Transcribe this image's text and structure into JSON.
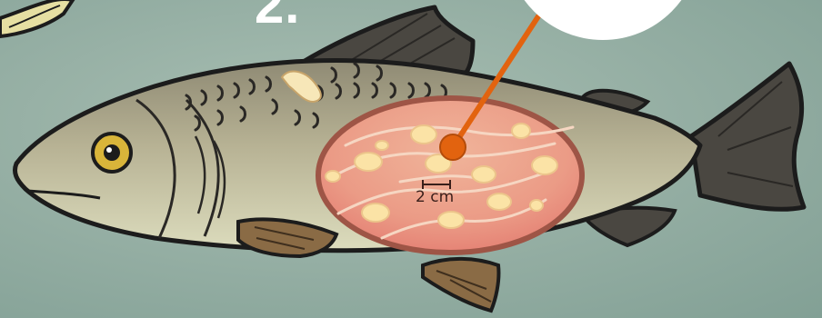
{
  "step_label": "2.",
  "scale_bar": {
    "label": "2 cm"
  },
  "colors": {
    "background": "#93ada2",
    "fish_body": "#b9b394",
    "fish_outline": "#1c1c1c",
    "fins_dark": "#4a4741",
    "fins_brown": "#8a6b45",
    "eye": "#d9b53a",
    "lesion": "#e58f80",
    "lesion_border": "#9e5546",
    "cysts": "#fbe3a6",
    "pointer": "#e2630f",
    "callout": "#ffffff"
  },
  "icons": [
    "fish-illustration",
    "parasite-cyst-icon",
    "pointer-line",
    "callout-bubble"
  ]
}
